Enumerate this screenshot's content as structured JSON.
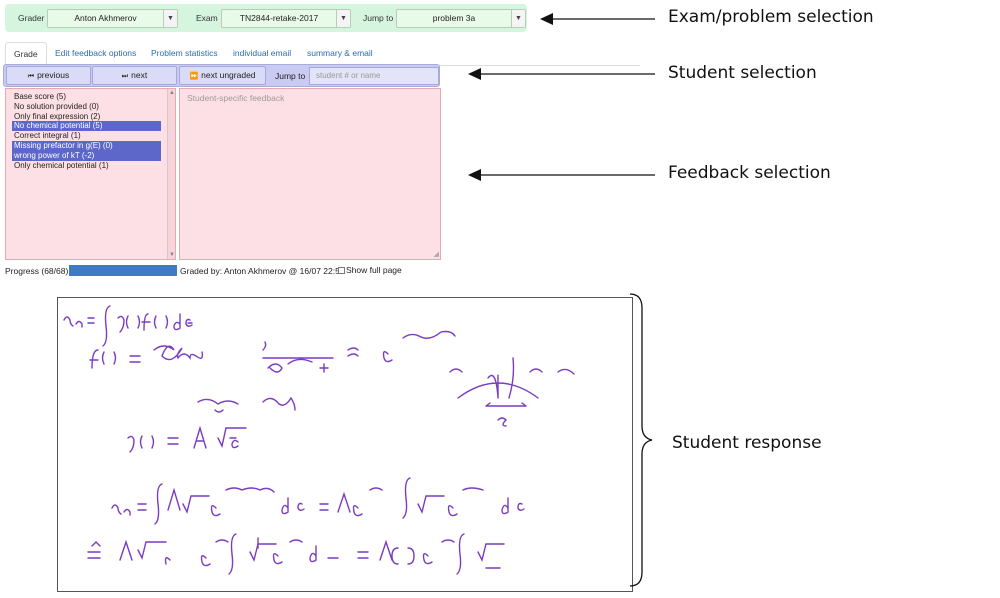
{
  "topbar": {
    "grader_label": "Grader",
    "grader_value": "Anton Akhmerov",
    "exam_label": "Exam",
    "exam_value": "TN2844-retake-2017",
    "jump_label": "Jump to",
    "jump_value": "problem 3a"
  },
  "tabs": [
    "Grade",
    "Edit feedback options",
    "Problem statistics",
    "individual email",
    "summary & email"
  ],
  "student_nav": {
    "previous": "previous",
    "next": "next",
    "next_ungraded": "next ungraded",
    "jump_label": "Jump to",
    "jump_placeholder": "student # or name"
  },
  "feedback_options": [
    {
      "label": "Base score (5)",
      "selected": false
    },
    {
      "label": "No solution provided (0)",
      "selected": false
    },
    {
      "label": "Only final expression (2)",
      "selected": false
    },
    {
      "label": "No chemical potential (5)",
      "selected": true
    },
    {
      "label": "Correct integral (1)",
      "selected": false
    },
    {
      "label": "Missing prefactor in g(E) (0)",
      "selected": true
    },
    {
      "label": "wrong power of kT (-2)",
      "selected": true
    },
    {
      "label": "Only chemical potential (1)",
      "selected": false
    }
  ],
  "feedback_text_placeholder": "Student-specific feedback",
  "progress": {
    "label": "Progress (68/68)",
    "fraction": 1.0,
    "graded_by": "Graded by: Anton Akhmerov @ 16/07 22:52",
    "show_full": "Show full page"
  },
  "annotations": {
    "exam_selection": "Exam/problem selection",
    "student_selection": "Student selection",
    "feedback_selection": "Feedback selection",
    "student_response": "Student response"
  },
  "colors": {
    "topbar_bg": "#d6f5df",
    "student_bar_bg": "#c9cbf3",
    "feedback_bg": "#fde0e6",
    "selected_item": "#5c67c9",
    "progress_fill": "#3f7ac2",
    "ink": "#7a3cc0"
  }
}
